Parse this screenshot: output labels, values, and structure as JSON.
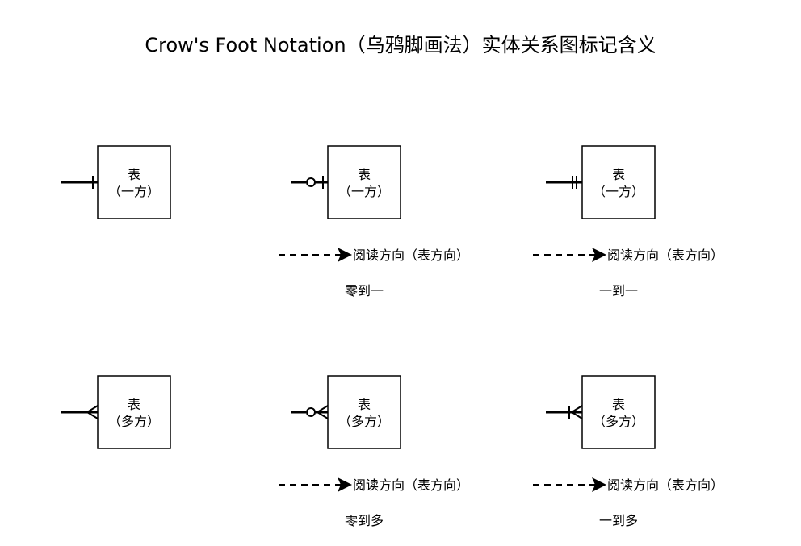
{
  "title": "Crow's Foot Notation（乌鸦脚画法）实体关系图标记含义",
  "boxes": [
    {
      "line1": "表",
      "line2": "（一方）"
    },
    {
      "line1": "表",
      "line2": "（一方）"
    },
    {
      "line1": "表",
      "line2": "（一方）"
    },
    {
      "line1": "表",
      "line2": "（多方）"
    },
    {
      "line1": "表",
      "line2": "（多方）"
    },
    {
      "line1": "表",
      "line2": "（多方）"
    }
  ],
  "reading_direction": [
    "阅读方向（表方向）",
    "阅读方向（表方向）",
    "阅读方向（表方向）",
    "阅读方向（表方向）"
  ],
  "captions": [
    "零到一",
    "一到一",
    "零到多",
    "一到多"
  ],
  "colors": {
    "stroke": "#000000",
    "background": "#ffffff"
  }
}
